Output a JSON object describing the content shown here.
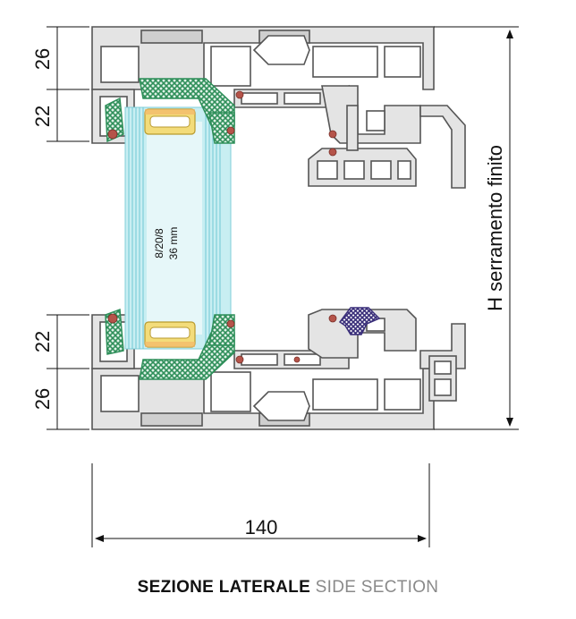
{
  "dimensions": {
    "top_outer": "26",
    "top_inner": "22",
    "bottom_inner": "22",
    "bottom_outer": "26",
    "width": "140",
    "height_label": "H serramento finito"
  },
  "glass": {
    "composition": "8/20/8",
    "thickness": "36 mm"
  },
  "caption": {
    "title_bold": "SEZIONE LATERALE",
    "title_light": "SIDE SECTION"
  },
  "colors": {
    "profile_fill": "#e4e4e4",
    "profile_stroke": "#555555",
    "gasket": "#2f8f5a",
    "glass": "#a9e4ea",
    "spacer": "#f0d870",
    "seal_red": "#b5544a",
    "seal_purple": "#3a2f7a"
  }
}
